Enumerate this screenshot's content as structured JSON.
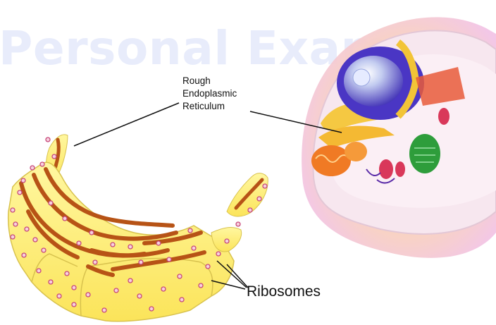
{
  "watermark": "Personal Exam Gu",
  "labels": {
    "rer_line1": "Rough",
    "rer_line2": "Endoplasmic",
    "rer_line3": "Reticulum",
    "ribosomes": "Ribosomes"
  },
  "colors": {
    "er_fill": "#fdf27a",
    "er_outline": "#d8c24e",
    "lumen": "#b75316",
    "ribosome": "#e6739a",
    "cell_halo": "#f9c9a6",
    "nucleus": "#5b47c9",
    "mitochondria": "#f2801e",
    "chloroplast": "#2e9d3b"
  },
  "icons": [
    "cell-diagram",
    "rough-er-diagram",
    "ribosome-dot",
    "pointer-line"
  ]
}
